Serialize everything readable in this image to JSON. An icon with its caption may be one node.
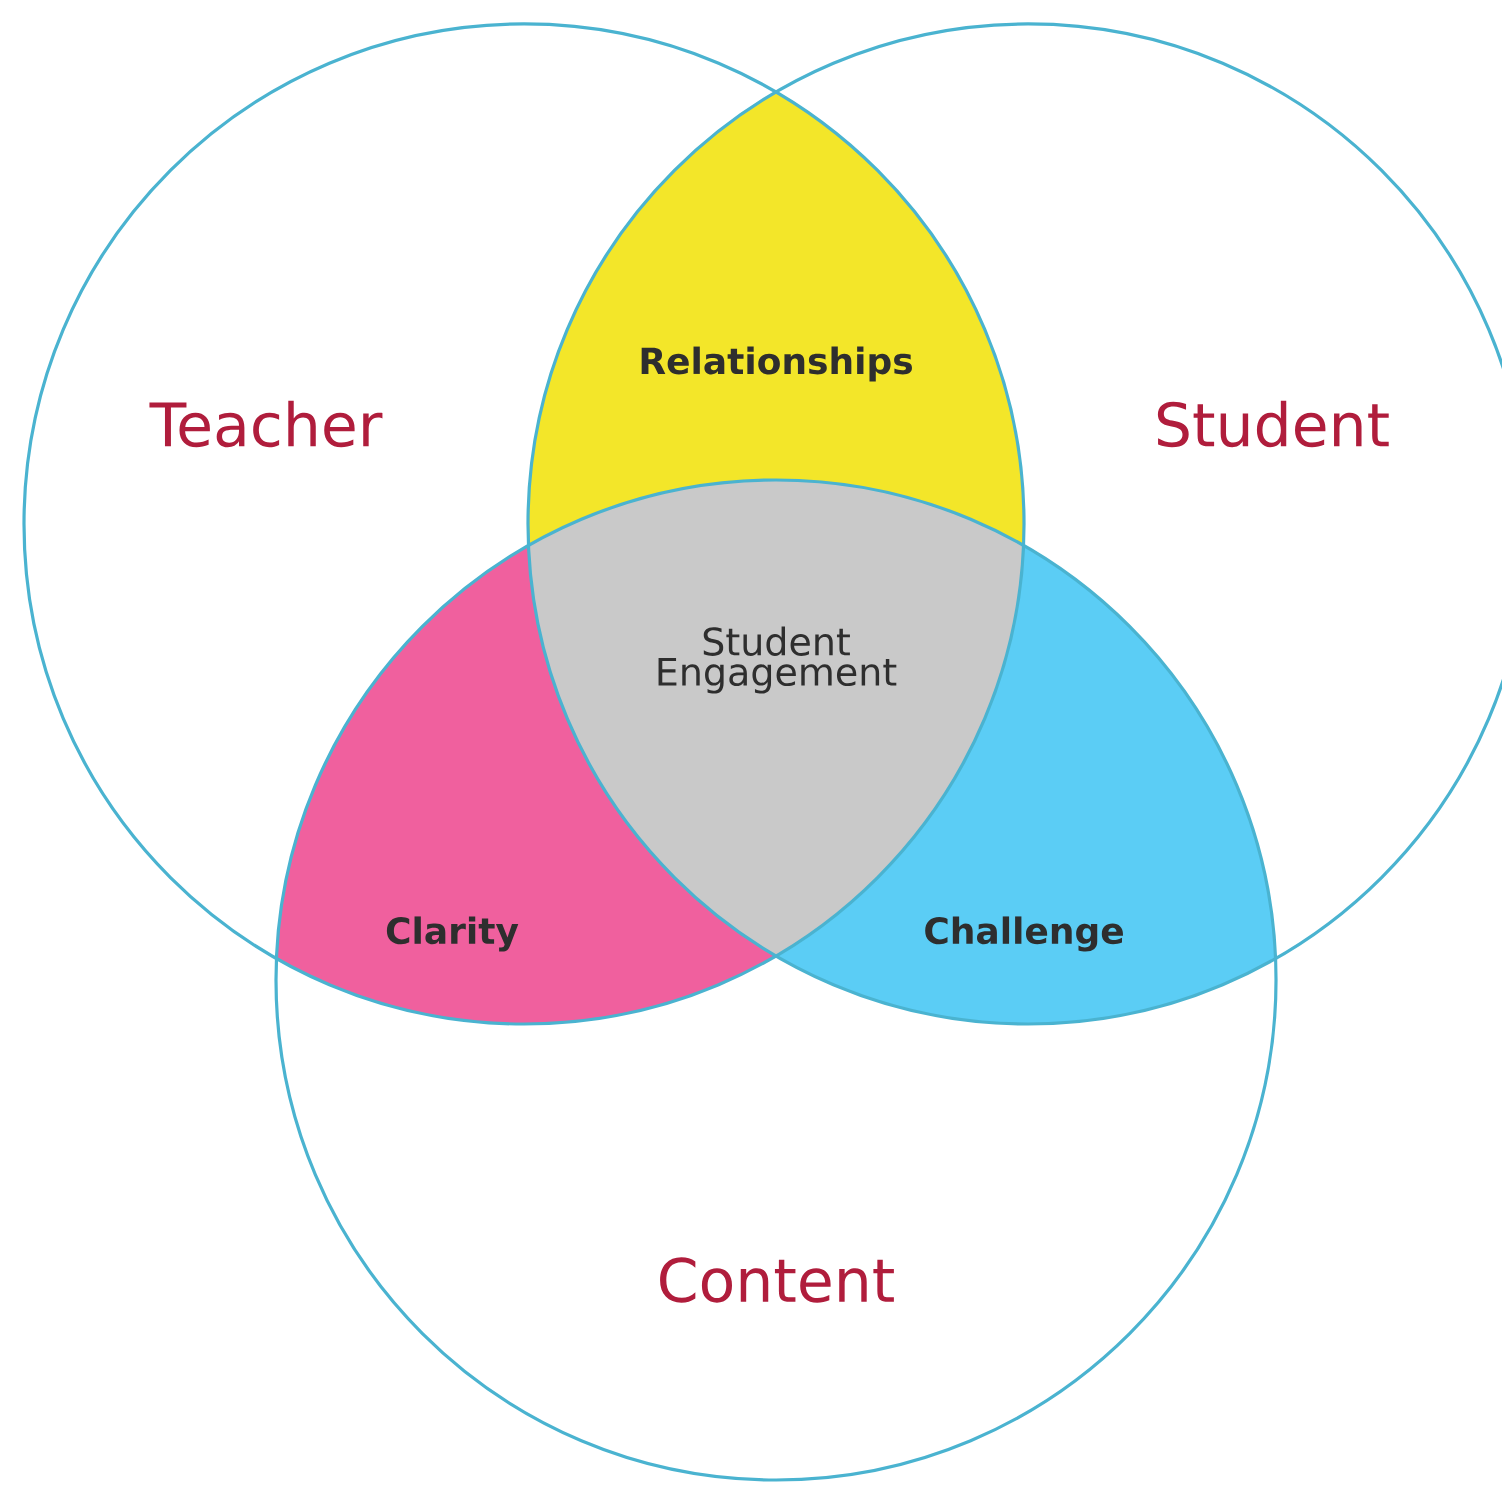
{
  "diagram": {
    "nodes": [
      {
        "text": [
          "Teacher"
        ]
      },
      {
        "text": [
          "Relationships"
        ]
      },
      {
        "text": [
          "Student"
        ]
      },
      {
        "text": [
          "Student Engagement"
        ]
      },
      {
        "text": [
          "Clarity"
        ]
      },
      {
        "text": [
          "Challenge"
        ]
      },
      {
        "text": [
          "Content"
        ]
      }
    ]
  }
}
